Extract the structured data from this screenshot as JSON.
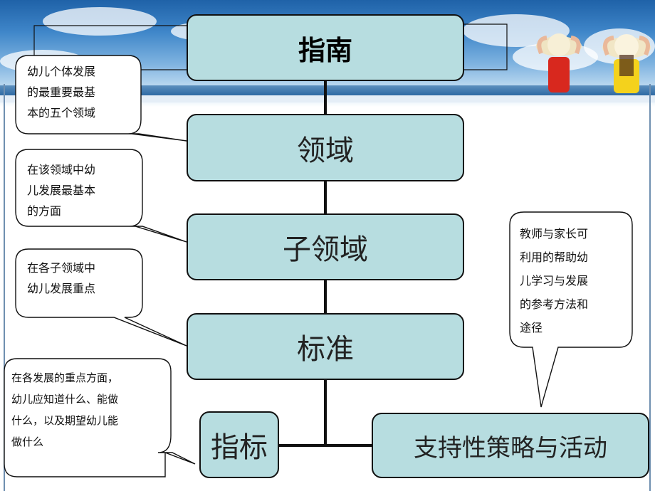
{
  "nodes": {
    "guide": "指南",
    "domain": "领域",
    "subdomain": "子领域",
    "standard": "标准",
    "indicator": "指标",
    "strategy": "支持性策略与活动"
  },
  "callouts": {
    "guide_note": "幼儿个体发展\n的最重要最基\n本的五个领域",
    "domain_note": "在该领域中幼\n儿发展最基本\n的方面",
    "subdomain_note": "在各子领域中\n幼儿发展重点",
    "standard_note": "在各发展的重点方面，\n幼儿应知道什么、能做\n什么，以及期望幼儿能\n做什么",
    "strategy_note": "教师与家长可\n利用的帮助幼\n儿学习与发展\n的参考方法和\n途径"
  },
  "colors": {
    "node_fill": "#b7dde0",
    "node_border": "#111111",
    "banner_blue": "#3f86c9"
  }
}
